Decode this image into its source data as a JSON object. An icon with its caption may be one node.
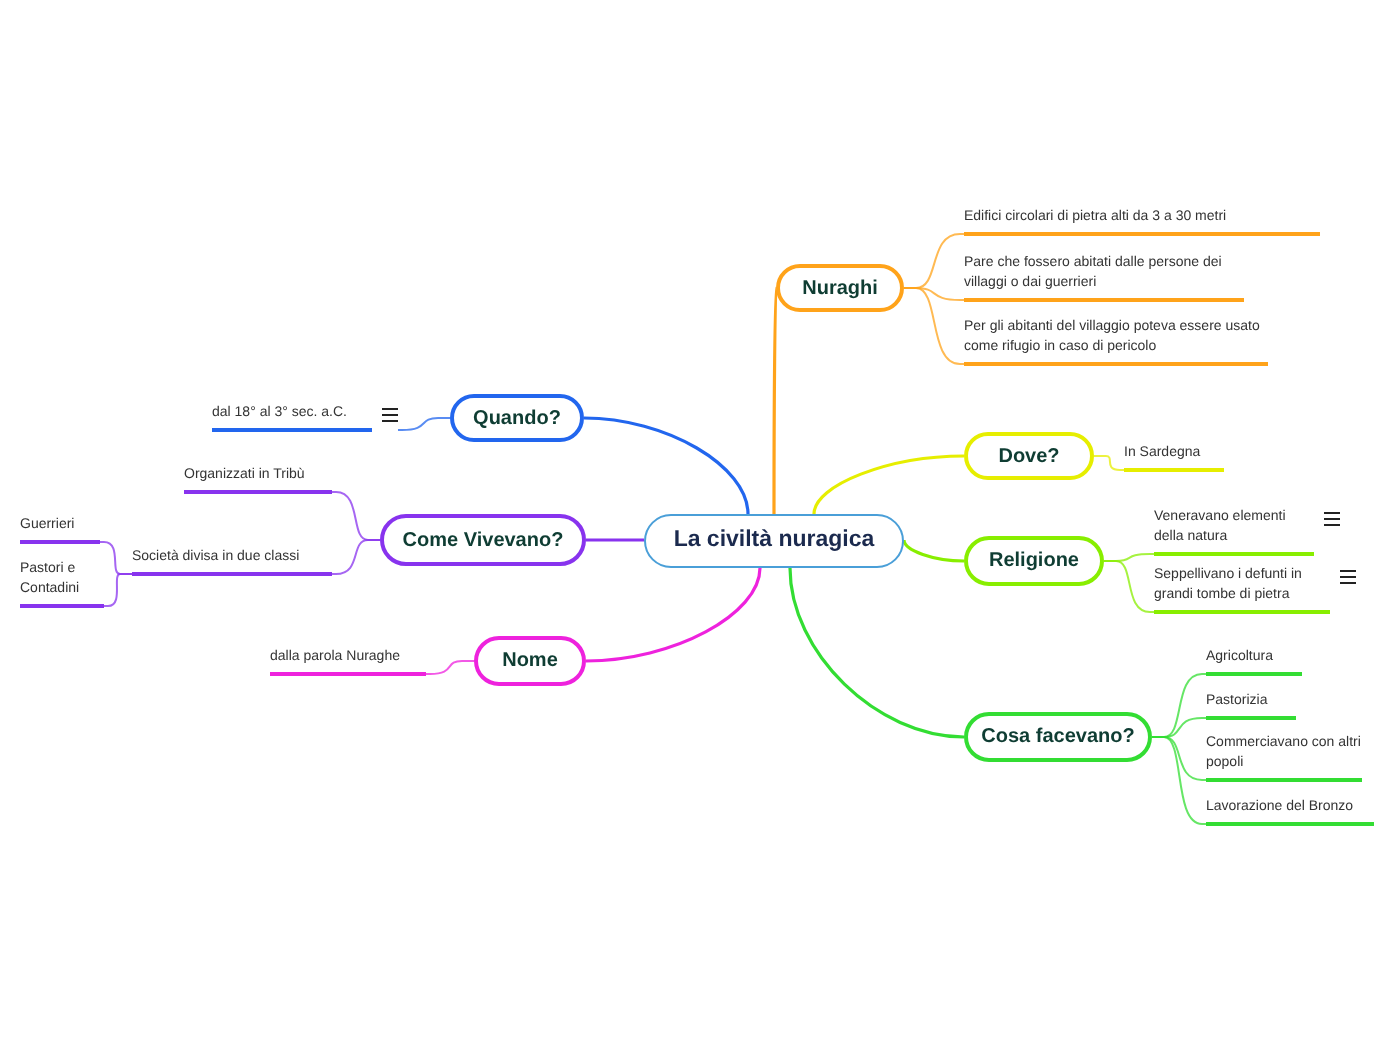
{
  "diagram": {
    "nodes": [
      {
        "text": [
          "La civiltà nuragica"
        ]
      },
      {
        "text": [
          "Nuraghi"
        ]
      },
      {
        "text": [
          "Edifici circolari di pietra alti da 3 a 30 metri"
        ]
      },
      {
        "text": [
          "Pare che fossero abitati dalle persone dei villaggi o dai guerrieri"
        ]
      },
      {
        "text": [
          "Per gli abitanti del villaggio poteva essere usato come rifugio in caso di pericolo"
        ]
      },
      {
        "text": [
          "Dove?"
        ]
      },
      {
        "text": [
          "In Sardegna"
        ]
      },
      {
        "text": [
          "Religione"
        ]
      },
      {
        "text": [
          "Veneravano elementi della natura"
        ]
      },
      {
        "text": [
          "Seppellivano i defunti in grandi tombe di pietra"
        ]
      },
      {
        "text": [
          "Cosa facevano?"
        ]
      },
      {
        "text": [
          "Agricoltura"
        ]
      },
      {
        "text": [
          "Pastorizia"
        ]
      },
      {
        "text": [
          "Commerciavano con altri popoli"
        ]
      },
      {
        "text": [
          "Lavorazione del Bronzo"
        ]
      },
      {
        "text": [
          "Quando?"
        ]
      },
      {
        "text": [
          "dal 18° al 3° sec. a.C."
        ]
      },
      {
        "text": [
          "Come Vivevano?"
        ]
      },
      {
        "text": [
          "Organizzati in Tribù"
        ]
      },
      {
        "text": [
          "Società divisa in due classi"
        ]
      },
      {
        "text": [
          "Guerrieri"
        ]
      },
      {
        "text": [
          "Pastori e Contadini"
        ]
      },
      {
        "text": [
          "Nome"
        ]
      },
      {
        "text": [
          "dalla parola Nuraghe"
        ]
      }
    ],
    "edges": [
      {
        "from": 0,
        "to": 1,
        "arrow": "none",
        "color": "#ffa31a"
      },
      {
        "from": 1,
        "to": 2,
        "arrow": "none",
        "color": "#ffa31a"
      },
      {
        "from": 1,
        "to": 3,
        "arrow": "none",
        "color": "#ffa31a"
      },
      {
        "from": 1,
        "to": 4,
        "arrow": "none",
        "color": "#ffa31a"
      },
      {
        "from": 0,
        "to": 5,
        "arrow": "none",
        "color": "#e6ee00"
      },
      {
        "from": 5,
        "to": 6,
        "arrow": "none",
        "color": "#e6ee00"
      },
      {
        "from": 0,
        "to": 7,
        "arrow": "none",
        "color": "#88ee00"
      },
      {
        "from": 7,
        "to": 8,
        "arrow": "none",
        "color": "#88ee00"
      },
      {
        "from": 7,
        "to": 9,
        "arrow": "none",
        "color": "#88ee00"
      },
      {
        "from": 0,
        "to": 10,
        "arrow": "none",
        "color": "#33dd33"
      },
      {
        "from": 10,
        "to": 11,
        "arrow": "none",
        "color": "#33dd33"
      },
      {
        "from": 10,
        "to": 12,
        "arrow": "none",
        "color": "#33dd33"
      },
      {
        "from": 10,
        "to": 13,
        "arrow": "none",
        "color": "#33dd33"
      },
      {
        "from": 10,
        "to": 14,
        "arrow": "none",
        "color": "#33dd33"
      },
      {
        "from": 0,
        "to": 15,
        "arrow": "none",
        "color": "#2266ee"
      },
      {
        "from": 15,
        "to": 16,
        "arrow": "none",
        "color": "#2266ee"
      },
      {
        "from": 0,
        "to": 17,
        "arrow": "none",
        "color": "#8833ee"
      },
      {
        "from": 17,
        "to": 18,
        "arrow": "none",
        "color": "#8833ee"
      },
      {
        "from": 17,
        "to": 19,
        "arrow": "none",
        "color": "#8833ee"
      },
      {
        "from": 19,
        "to": 20,
        "arrow": "none",
        "color": "#8833ee"
      },
      {
        "from": 19,
        "to": 21,
        "arrow": "none",
        "color": "#8833ee"
      },
      {
        "from": 0,
        "to": 22,
        "arrow": "none",
        "color": "#ee22dd"
      },
      {
        "from": 22,
        "to": 23,
        "arrow": "none",
        "color": "#ee22dd"
      }
    ]
  }
}
